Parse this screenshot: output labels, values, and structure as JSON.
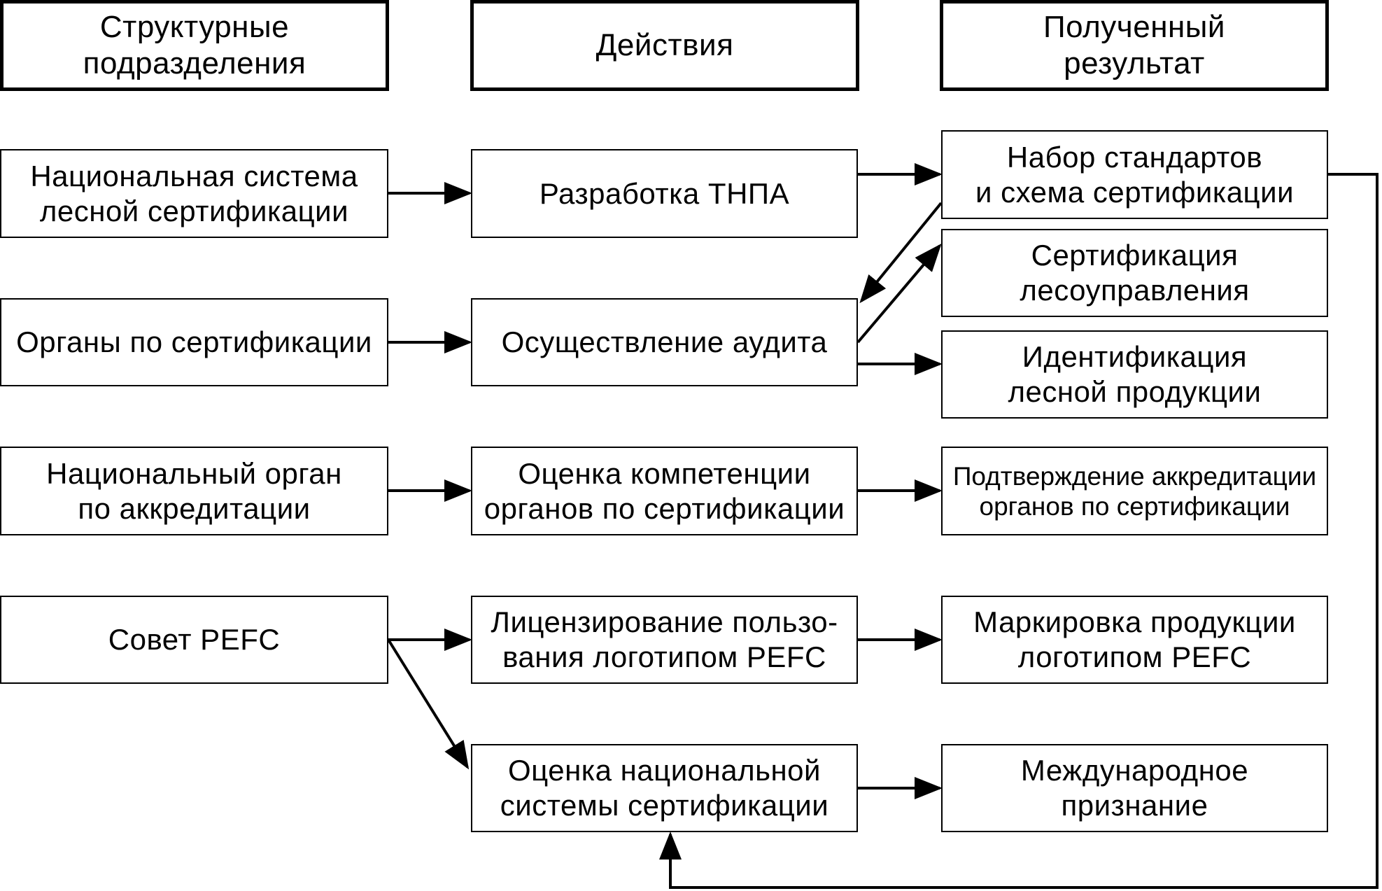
{
  "headers": {
    "units": "Структурные\nподразделения",
    "actions": "Действия",
    "results": "Полученный\nрезультат"
  },
  "units": {
    "national_system": "Национальная система\nлесной сертификации",
    "cert_bodies": "Органы по сертификации",
    "accreditation_body": "Национальный орган\nпо аккредитации",
    "pefc_council": "Совет PEFC"
  },
  "actions": {
    "tnpa_development": "Разработка ТНПА",
    "audit": "Осуществление аудита",
    "competence_assessment": "Оценка компетенции\nорганов по сертификации",
    "logo_licensing": "Лицензирование пользо-\nвания логотипом PEFC",
    "national_system_assessment": "Оценка национальной\nсистемы сертификации"
  },
  "results": {
    "standards_scheme": "Набор стандартов\nи схема сертификации",
    "forest_management_cert": "Сертификация\nлесоуправления",
    "product_identification": "Идентификация\nлесной продукции",
    "accreditation_confirmation": "Подтверждение аккредитации\nорганов по сертификации",
    "logo_marking": "Маркировка продукции\nлоготипом PEFC",
    "international_recognition": "Международное\nпризнание"
  },
  "colors": {
    "line": "#000000",
    "background": "#ffffff"
  }
}
